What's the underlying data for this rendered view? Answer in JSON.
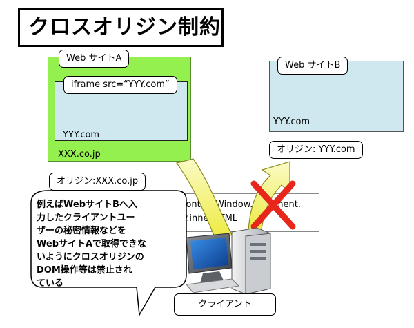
{
  "title": "クロスオリジン制約",
  "website_a": {
    "label": "Web サイトA",
    "iframe_label": "iframe src=“YYY.com”",
    "iframe_domain": "YYY.com",
    "domain": "XXX.co.jp",
    "origin": "オリジン:XXX.co.jp"
  },
  "website_b": {
    "label": "Web サイトB",
    "domain": "YYY.com",
    "origin": "オリジン: YYY.com"
  },
  "code": {
    "line1": "fr1.contentWindow.document.",
    "line2": "body.innerHTML"
  },
  "bubble": {
    "lines": [
      "例えばWebサイトBへ入",
      "力したクライアントユー",
      "ザーの秘密情報などを",
      "WebサイトAで取得できな",
      "いようにクロスオリジンの",
      "DOM操作等は禁止され",
      "ている"
    ]
  },
  "client": {
    "label": "クライアント"
  },
  "colors": {
    "site_a_green": "#94f04f",
    "frame_blue": "#cfe8ef",
    "arrow_yellow": "#f2f04a",
    "cross_red": "#e8271c"
  }
}
